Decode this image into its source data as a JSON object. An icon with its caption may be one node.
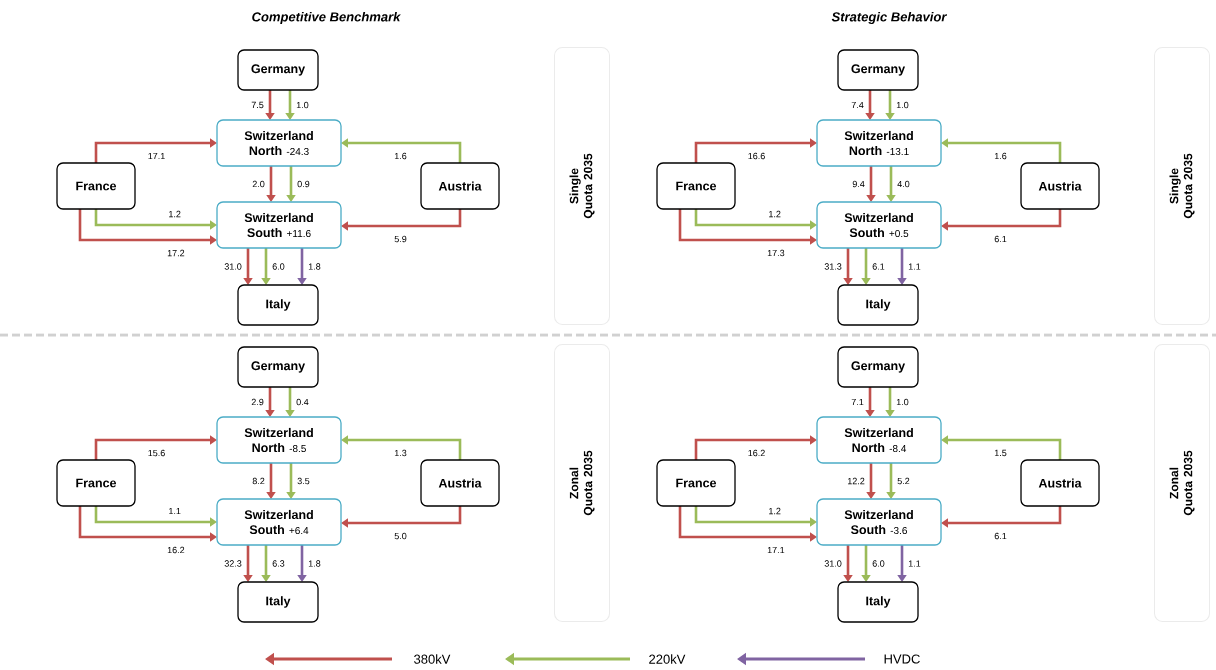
{
  "diagram": {
    "nodes": [
      {
        "text": [
          "Germany"
        ]
      },
      {
        "text": [
          "Switzerland North",
          "-24.3"
        ]
      },
      {
        "text": [
          "France"
        ]
      },
      {
        "text": [
          "Austria"
        ]
      },
      {
        "text": [
          "Switzerland South",
          "+11.6"
        ]
      },
      {
        "text": [
          "Italy"
        ]
      },
      {
        "text": [
          "Single Quota 2035"
        ]
      },
      {
        "text": [
          "Germany"
        ]
      },
      {
        "text": [
          "Switzerland North",
          "-13.1"
        ]
      },
      {
        "text": [
          "France"
        ]
      },
      {
        "text": [
          "Austria"
        ]
      },
      {
        "text": [
          "Switzerland South",
          "+0.5"
        ]
      },
      {
        "text": [
          "Italy"
        ]
      },
      {
        "text": [
          "Single Quota 2035"
        ]
      },
      {
        "text": [
          "Germany"
        ]
      },
      {
        "text": [
          "Switzerland North",
          "-8.5"
        ]
      },
      {
        "text": [
          "France"
        ]
      },
      {
        "text": [
          "Austria"
        ]
      },
      {
        "text": [
          "Switzerland South",
          "+6.4"
        ]
      },
      {
        "text": [
          "Italy"
        ]
      },
      {
        "text": [
          "Zonal Quota 2035"
        ]
      },
      {
        "text": [
          "Germany"
        ]
      },
      {
        "text": [
          "Switzerland North",
          "-8.4"
        ]
      },
      {
        "text": [
          "France"
        ]
      },
      {
        "text": [
          "Austria"
        ]
      },
      {
        "text": [
          "Switzerland South",
          "-3.6"
        ]
      },
      {
        "text": [
          "Italy"
        ]
      },
      {
        "text": [
          "Zonal Quota 2035"
        ]
      }
    ],
    "edges": [
      {
        "from": 0,
        "to": 1,
        "arrow": "to",
        "label": "7.5"
      },
      {
        "from": 0,
        "to": 1,
        "arrow": "to",
        "label": "1.0",
        "color": "#9bbb59"
      },
      {
        "from": 2,
        "to": 1,
        "arrow": "to",
        "label": "17.1"
      },
      {
        "from": 3,
        "to": 1,
        "arrow": "to",
        "label": "1.6",
        "color": "#9bbb59"
      },
      {
        "from": 1,
        "to": 4,
        "arrow": "to",
        "label": "2.0"
      },
      {
        "from": 1,
        "to": 4,
        "arrow": "to",
        "label": "0.9",
        "color": "#9bbb59"
      },
      {
        "from": 2,
        "to": 4,
        "arrow": "to",
        "label": "1.2",
        "color": "#9bbb59"
      },
      {
        "from": 2,
        "to": 4,
        "arrow": "to",
        "label": "17.2"
      },
      {
        "from": 3,
        "to": 4,
        "arrow": "to",
        "label": "5.9"
      },
      {
        "from": 4,
        "to": 5,
        "arrow": "to",
        "label": "31.0"
      },
      {
        "from": 4,
        "to": 5,
        "arrow": "to",
        "label": "6.0",
        "color": "#9bbb59"
      },
      {
        "from": 4,
        "to": 5,
        "arrow": "to",
        "label": "1.8",
        "color": "#8064a2"
      },
      {
        "from": 7,
        "to": 8,
        "arrow": "to",
        "label": "7.4"
      },
      {
        "from": 7,
        "to": 8,
        "arrow": "to",
        "label": "1.0",
        "color": "#9bbb59"
      },
      {
        "from": 9,
        "to": 8,
        "arrow": "to",
        "label": "16.6"
      },
      {
        "from": 10,
        "to": 8,
        "arrow": "to",
        "label": "1.6",
        "color": "#9bbb59"
      },
      {
        "from": 8,
        "to": 11,
        "arrow": "to",
        "label": "9.4"
      },
      {
        "from": 8,
        "to": 11,
        "arrow": "to",
        "label": "4.0",
        "color": "#9bbb59"
      },
      {
        "from": 9,
        "to": 11,
        "arrow": "to",
        "label": "1.2",
        "color": "#9bbb59"
      },
      {
        "from": 9,
        "to": 11,
        "arrow": "to",
        "label": "17.3"
      },
      {
        "from": 10,
        "to": 11,
        "arrow": "to",
        "label": "6.1"
      },
      {
        "from": 11,
        "to": 12,
        "arrow": "to",
        "label": "31.3"
      },
      {
        "from": 11,
        "to": 12,
        "arrow": "to",
        "label": "6.1",
        "color": "#9bbb59"
      },
      {
        "from": 11,
        "to": 12,
        "arrow": "to",
        "label": "1.1",
        "color": "#8064a2"
      },
      {
        "from": 14,
        "to": 15,
        "arrow": "to",
        "label": "2.9"
      },
      {
        "from": 14,
        "to": 15,
        "arrow": "to",
        "label": "0.4",
        "color": "#9bbb59"
      },
      {
        "from": 16,
        "to": 15,
        "arrow": "to",
        "label": "15.6"
      },
      {
        "from": 17,
        "to": 15,
        "arrow": "to",
        "label": "1.3",
        "color": "#9bbb59"
      },
      {
        "from": 15,
        "to": 18,
        "arrow": "to",
        "label": "8.2"
      },
      {
        "from": 15,
        "to": 18,
        "arrow": "to",
        "label": "3.5",
        "color": "#9bbb59"
      },
      {
        "from": 16,
        "to": 18,
        "arrow": "to",
        "label": "1.1",
        "color": "#9bbb59"
      },
      {
        "from": 16,
        "to": 18,
        "arrow": "to",
        "label": "16.2"
      },
      {
        "from": 17,
        "to": 18,
        "arrow": "to",
        "label": "5.0"
      },
      {
        "from": 18,
        "to": 19,
        "arrow": "to",
        "label": "32.3"
      },
      {
        "from": 18,
        "to": 19,
        "arrow": "to",
        "label": "6.3",
        "color": "#9bbb59"
      },
      {
        "from": 18,
        "to": 19,
        "arrow": "to",
        "label": "1.8",
        "color": "#8064a2"
      },
      {
        "from": 21,
        "to": 22,
        "arrow": "to",
        "label": "7.1"
      },
      {
        "from": 21,
        "to": 22,
        "arrow": "to",
        "label": "1.0",
        "color": "#9bbb59"
      },
      {
        "from": 23,
        "to": 22,
        "arrow": "to",
        "label": "16.2"
      },
      {
        "from": 24,
        "to": 22,
        "arrow": "to",
        "label": "1.5",
        "color": "#9bbb59"
      },
      {
        "from": 22,
        "to": 25,
        "arrow": "to",
        "label": "12.2"
      },
      {
        "from": 22,
        "to": 25,
        "arrow": "to",
        "label": "5.2",
        "color": "#9bbb59"
      },
      {
        "from": 23,
        "to": 25,
        "arrow": "to",
        "label": "1.2",
        "color": "#9bbb59"
      },
      {
        "from": 23,
        "to": 25,
        "arrow": "to",
        "label": "17.1"
      },
      {
        "from": 24,
        "to": 25,
        "arrow": "to",
        "label": "6.1"
      },
      {
        "from": 25,
        "to": 26,
        "arrow": "to",
        "label": "31.0"
      },
      {
        "from": 25,
        "to": 26,
        "arrow": "to",
        "label": "6.0",
        "color": "#9bbb59"
      },
      {
        "from": 25,
        "to": 26,
        "arrow": "to",
        "label": "1.1",
        "color": "#8064a2"
      }
    ],
    "labels": [
      "Competitive Benchmark",
      "Strategic Behavior"
    ],
    "legend": [
      {
        "text": "380kV",
        "color": "#c0504d"
      },
      {
        "text": "220kV",
        "color": "#9bbb59"
      },
      {
        "text": "HVDC",
        "color": "#8064a2"
      }
    ]
  }
}
